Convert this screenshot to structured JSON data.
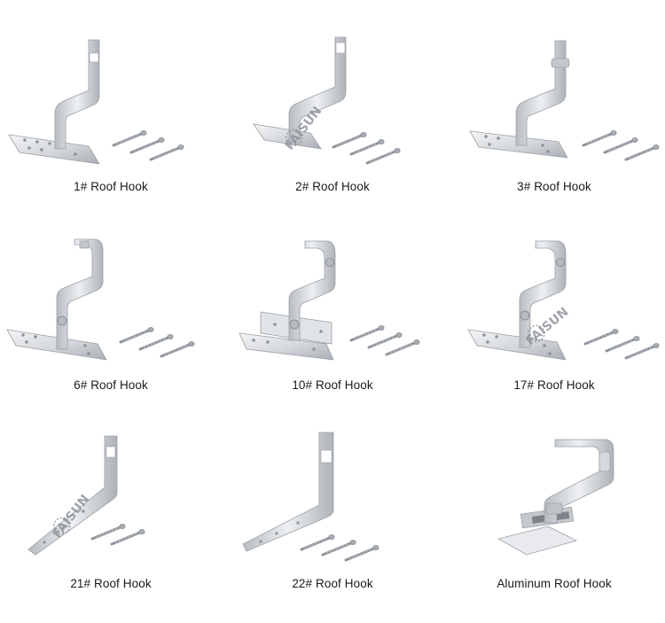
{
  "products": [
    {
      "label": "1# Roof Hook",
      "watermark": ""
    },
    {
      "label": "2# Roof Hook",
      "watermark": "FAISUN"
    },
    {
      "label": "3# Roof Hook",
      "watermark": ""
    },
    {
      "label": "6# Roof Hook",
      "watermark": ""
    },
    {
      "label": "10# Roof Hook",
      "watermark": ""
    },
    {
      "label": "17# Roof Hook",
      "watermark": "FAISUN"
    },
    {
      "label": "21# Roof Hook",
      "watermark": "FAISUN"
    },
    {
      "label": "22# Roof Hook",
      "watermark": ""
    },
    {
      "label": "Aluminum Roof Hook",
      "watermark": ""
    }
  ],
  "colors": {
    "steel_light": "#eceef0",
    "steel_mid": "#c9cdd2",
    "steel_dark": "#9aa0a7",
    "screw": "#a7acb2",
    "caption": "#1a1a1a"
  }
}
